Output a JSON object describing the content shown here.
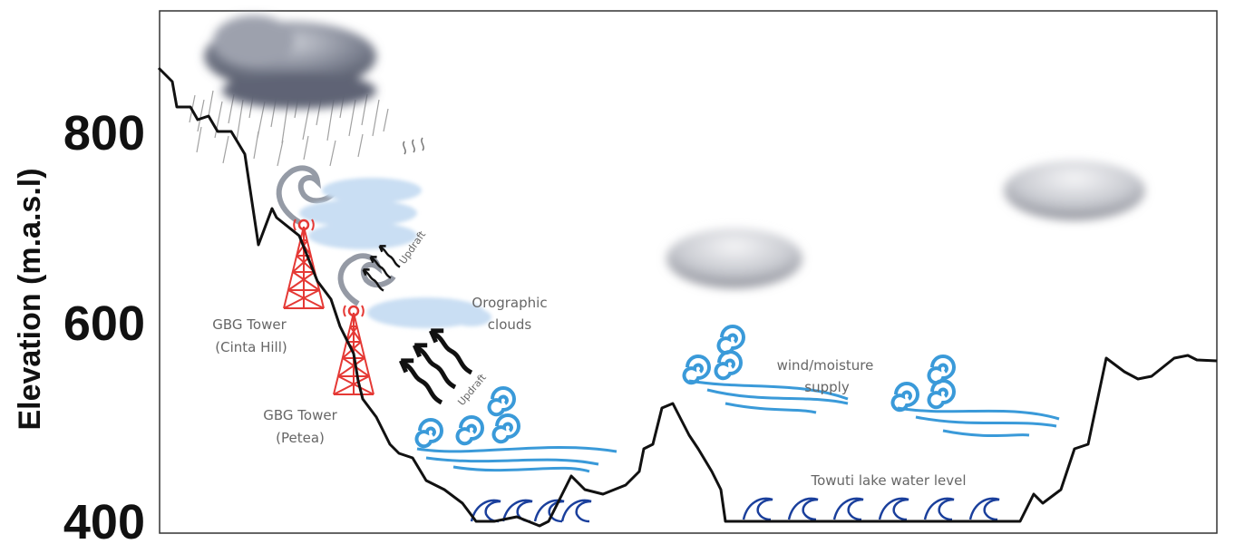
{
  "axis": {
    "ylabel": "Elevation (m.a.s.l)",
    "ticks": [
      "800",
      "600",
      "400"
    ]
  },
  "labels": {
    "tower_cinta_line1": "GBG Tower",
    "tower_cinta_line2": "(Cinta Hill)",
    "tower_petea_line1": "GBG Tower",
    "tower_petea_line2": "(Petea)",
    "orographic_line1": "Orographic",
    "orographic_line2": "clouds",
    "updraft_upper": "Updraft",
    "updraft_lower": "Updraft",
    "wind_line1": "wind/moisture",
    "wind_line2": "supply",
    "lake": "Towuti lake water level"
  },
  "colors": {
    "terrain": "#111111",
    "tower": "#e53935",
    "wind": "#3a9ad9",
    "lake_waves": "#1a3f9c",
    "orographic_cloud": "#c9def3",
    "storm_cloud": "#6d7384"
  }
}
